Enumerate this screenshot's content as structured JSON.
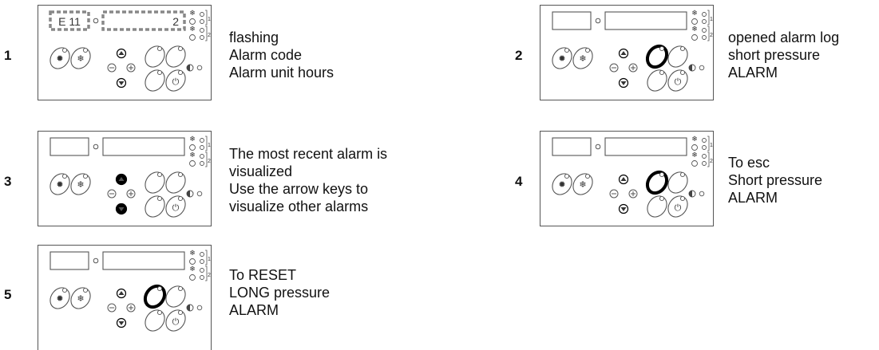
{
  "steps": [
    {
      "number": "1",
      "display": {
        "left": "E 11",
        "right": "2",
        "dashed": true
      },
      "highlight": [],
      "lines": [
        "flashing",
        "Alarm code",
        "Alarm unit hours"
      ]
    },
    {
      "number": "2",
      "display": {
        "left": "",
        "right": "",
        "dashed": false
      },
      "highlight": [
        "alarm"
      ],
      "lines": [
        "opened alarm log",
        "short pressure",
        "ALARM"
      ]
    },
    {
      "number": "3",
      "display": {
        "left": "",
        "right": "",
        "dashed": false
      },
      "highlight": [
        "arrows"
      ],
      "lines": [
        "The most recent alarm is",
        "visualized",
        "Use the arrow keys to",
        "visualize other alarms"
      ]
    },
    {
      "number": "4",
      "display": {
        "left": "",
        "right": "",
        "dashed": false
      },
      "highlight": [
        "alarm"
      ],
      "lines": [
        "To esc",
        "Short pressure",
        "ALARM"
      ]
    },
    {
      "number": "5",
      "display": {
        "left": "",
        "right": "",
        "dashed": false
      },
      "highlight": [
        "alarm"
      ],
      "lines": [
        "To RESET",
        "LONG pressure",
        "ALARM"
      ]
    }
  ],
  "panel_labels": {
    "defrost": "❄",
    "compressor1": "1",
    "compressor2": "2"
  }
}
